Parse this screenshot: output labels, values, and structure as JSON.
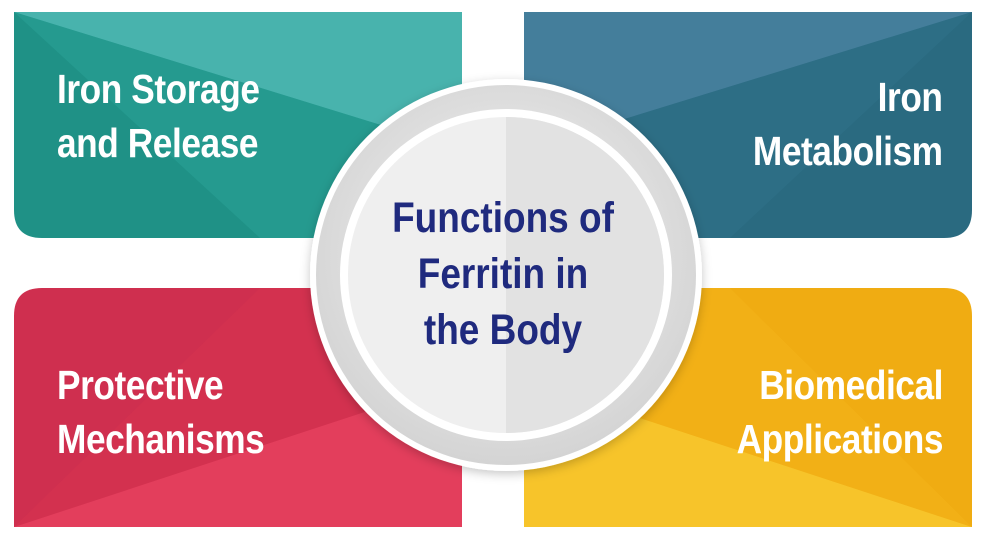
{
  "title": {
    "lines": [
      "Functions of",
      "Ferritin in",
      "the Body"
    ]
  },
  "panels": {
    "top_left": {
      "lines": [
        "Iron Storage",
        "and Release"
      ],
      "color": "#2a9d92"
    },
    "top_right": {
      "lines": [
        "Iron",
        "Metabolism"
      ],
      "color": "#2f6f86"
    },
    "bottom_left": {
      "lines": [
        "Protective",
        "Mechanisms"
      ],
      "color": "#d63556"
    },
    "bottom_right": {
      "lines": [
        "Biomedical",
        "Applications"
      ],
      "color": "#f2b51c"
    }
  },
  "colors": {
    "title_text": "#1f2a7e",
    "center_circle": "#ececec",
    "center_ring": "#d9d9d9"
  }
}
